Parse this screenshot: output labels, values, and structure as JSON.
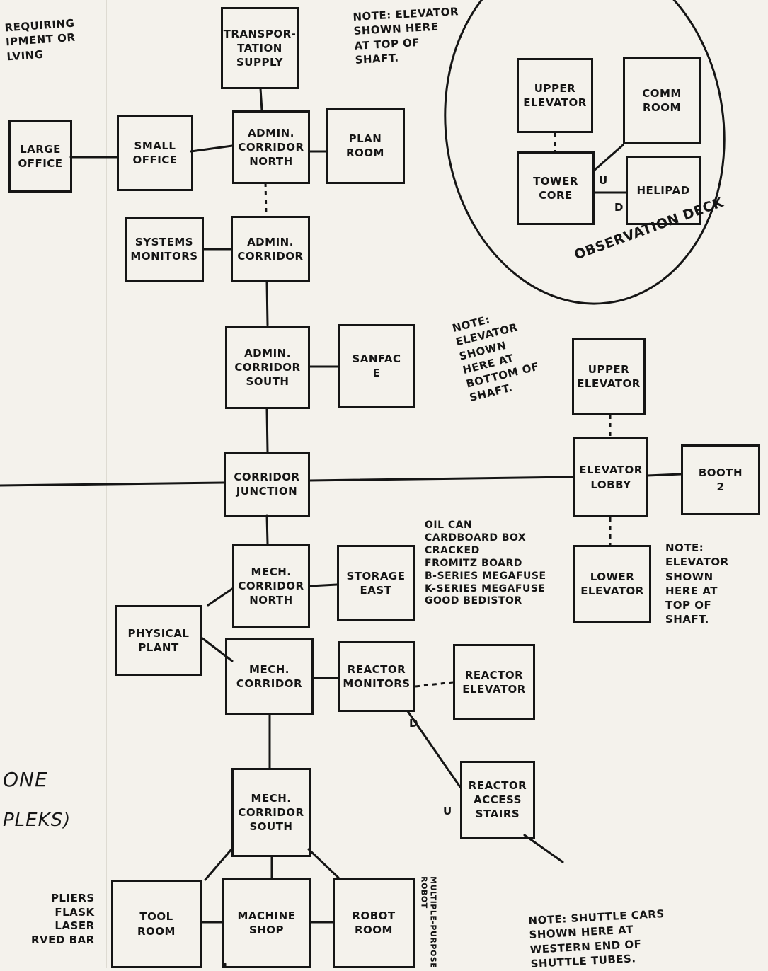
{
  "rooms": {
    "large_office": "LARGE\nOFFICE",
    "small_office": "SMALL\nOFFICE",
    "transportation_supply": "TRANSPOR-\nTATION\nSUPPLY",
    "admin_corridor_north": "ADMIN.\nCORRIDOR\nNORTH",
    "plan_room": "PLAN\nROOM",
    "systems_monitors": "SYSTEMS\nMONITORS",
    "admin_corridor": "ADMIN.\nCORRIDOR",
    "admin_corridor_south": "ADMIN.\nCORRIDOR\nSOUTH",
    "sanfac_e": "SANFAC\nE",
    "corridor_junction": "CORRIDOR\nJUNCTION",
    "upper_elevator_lower_level": "UPPER\nELEVATOR",
    "elevator_lobby": "ELEVATOR\nLOBBY",
    "booth_2": "BOOTH\n2",
    "lower_elevator": "LOWER\nELEVATOR",
    "mech_corridor_north": "MECH.\nCORRIDOR\nNORTH",
    "storage_east": "STORAGE\nEAST",
    "physical_plant": "PHYSICAL\nPLANT",
    "mech_corridor": "MECH.\nCORRIDOR",
    "reactor_monitors": "REACTOR\nMONITORS",
    "reactor_elevator": "REACTOR\nELEVATOR",
    "reactor_access_stairs": "REACTOR\nACCESS\nSTAIRS",
    "mech_corridor_south": "MECH.\nCORRIDOR\nSOUTH",
    "tool_room": "TOOL\nROOM",
    "machine_shop": "MACHINE\nSHOP",
    "robot_room": "ROBOT\nROOM",
    "upper_elevator_deck": "UPPER\nELEVATOR",
    "comm_room": "COMM\nROOM",
    "tower_core": "TOWER\nCORE",
    "helipad": "HELIPAD"
  },
  "notes": {
    "top_left": "REQUIRING\nIPMENT OR\nLVING",
    "elevator_top": "NOTE: ELEVATOR\nSHOWN HERE\nAT TOP OF\nSHAFT.",
    "elevator_bottom": "NOTE:\nELEVATOR\nSHOWN\nHERE AT\nBOTTOM OF\nSHAFT.",
    "storage_items": "OIL CAN\nCARDBOARD BOX\nCRACKED\n   FROMITZ BOARD\nB-SERIES MEGAFUSE\nK-SERIES MEGAFUSE\nGOOD BEDISTOR",
    "lower_elevator_note": "NOTE:\nELEVATOR\nSHOWN\nHERE AT\nTOP OF\nSHAFT.",
    "tool_items": "PLIERS\nFLASK\nLASER\nRVED BAR",
    "multiple_robot": "MULTIPLE-PURPOSE\nROBOT",
    "shuttle": "NOTE: SHUTTLE CARS\nSHOWN HERE AT\nWESTERN END OF\nSHUTTLE TUBES.",
    "observation_deck": "OBSERVATION DECK",
    "zone_title": "ONE",
    "zone_sub": "PLEKS)"
  },
  "marks": {
    "up": "U",
    "down": "D"
  }
}
